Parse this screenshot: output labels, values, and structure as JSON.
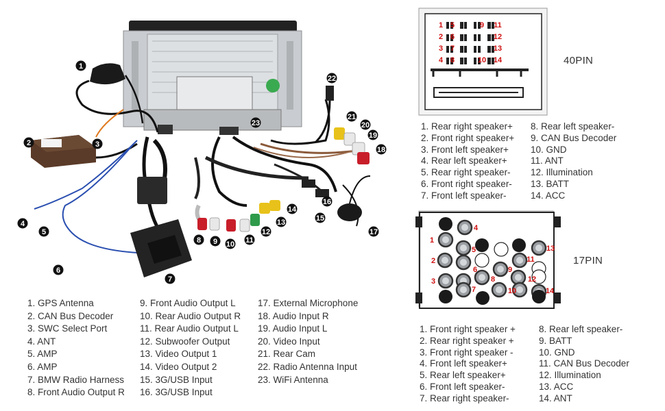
{
  "left_legend": {
    "col1": [
      "1. GPS Antenna",
      "2. CAN Bus Decoder",
      "3. SWC Select Port",
      "4. ANT",
      "5. AMP",
      "6. AMP",
      "7. BMW Radio Harness",
      "8. Front Audio Output R"
    ],
    "col2": [
      "9. Front Audio Output L",
      "10. Rear Audio Output R",
      "11. Rear Audio Output L",
      "12. Subwoofer Output",
      "13. Video Output 1",
      "14. Video Output 2",
      "15. 3G/USB Input",
      "16. 3G/USB Input"
    ],
    "col3": [
      "17. External Microphone",
      "18. Audio Input R",
      "19. Audio Input L",
      "20. Video Input",
      "21. Rear Cam",
      "22. Radio Antenna Input",
      "23. WiFi Antenna"
    ]
  },
  "callouts": [
    "1",
    "2",
    "3",
    "4",
    "5",
    "6",
    "7",
    "8",
    "9",
    "10",
    "11",
    "12",
    "13",
    "14",
    "15",
    "16",
    "17",
    "18",
    "19",
    "20",
    "21",
    "22",
    "23"
  ],
  "pin40": {
    "label": "40PIN",
    "numbers": [
      "1",
      "2",
      "3",
      "4",
      "5",
      "6",
      "7",
      "8",
      "9",
      "10",
      "11",
      "12",
      "13",
      "14"
    ],
    "col1": [
      "1. Rear right speaker+",
      "2. Front right speaker+",
      "3. Front left speaker+",
      "4. Rear left speaker+",
      "5. Rear right speaker-",
      "6. Front right speaker-",
      "7.  Front left speaker-"
    ],
    "col2": [
      "8. Rear left speaker-",
      "9. CAN Bus Decoder",
      "10. GND",
      "11.  ANT",
      "12. Illumination",
      "13. BATT",
      "14. ACC"
    ]
  },
  "pin17": {
    "label": "17PIN",
    "numbers": [
      "1",
      "2",
      "3",
      "4",
      "5",
      "6",
      "7",
      "8",
      "9",
      "10",
      "11",
      "12",
      "13",
      "14"
    ],
    "col1": [
      "1. Front right speaker +",
      "2. Rear right speaker +",
      "3. Front right speaker -",
      "4. Front left speaker+",
      "5. Rear left speaker+",
      "6. Front left speaker-",
      "7. Rear right speaker-"
    ],
    "col2": [
      "8. Rear left speaker-",
      "9. BATT",
      "10. GND",
      "11. CAN Bus Decoder",
      "12. Illumination",
      "13. ACC",
      "14. ANT"
    ]
  },
  "colors": {
    "callout_bg": "#111111",
    "pin_number": "#d01010",
    "wire_blue": "#2a4fb0",
    "wire_orange": "#e07a20",
    "rca_red": "#c81e2a",
    "rca_white": "#e8e8e8",
    "rca_yellow": "#e8c21a",
    "rca_green": "#2e9a4a"
  }
}
